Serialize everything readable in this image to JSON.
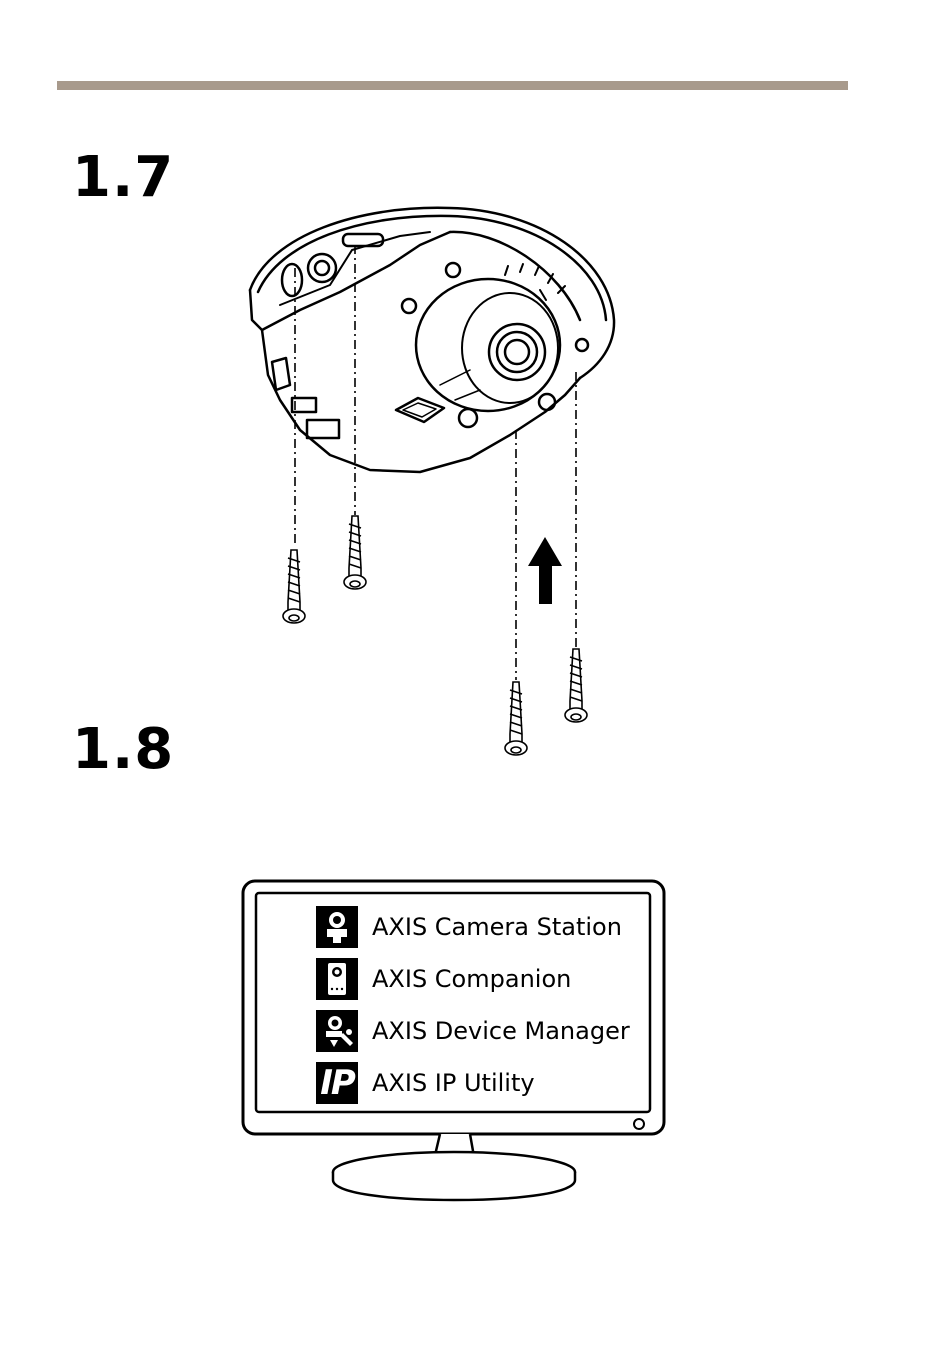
{
  "steps": {
    "step_17": "1.7",
    "step_18": "1.8"
  },
  "colors": {
    "rule": "#a89a8c",
    "ink": "#000000"
  },
  "monitor": {
    "apps": [
      {
        "label": "AXIS Camera Station",
        "icon": "camera-station-icon"
      },
      {
        "label": "AXIS Companion",
        "icon": "companion-icon"
      },
      {
        "label": "AXIS Device Manager",
        "icon": "device-manager-icon"
      },
      {
        "label": "AXIS IP Utility",
        "icon": "ip-utility-icon",
        "icon_text": "IP"
      }
    ]
  }
}
